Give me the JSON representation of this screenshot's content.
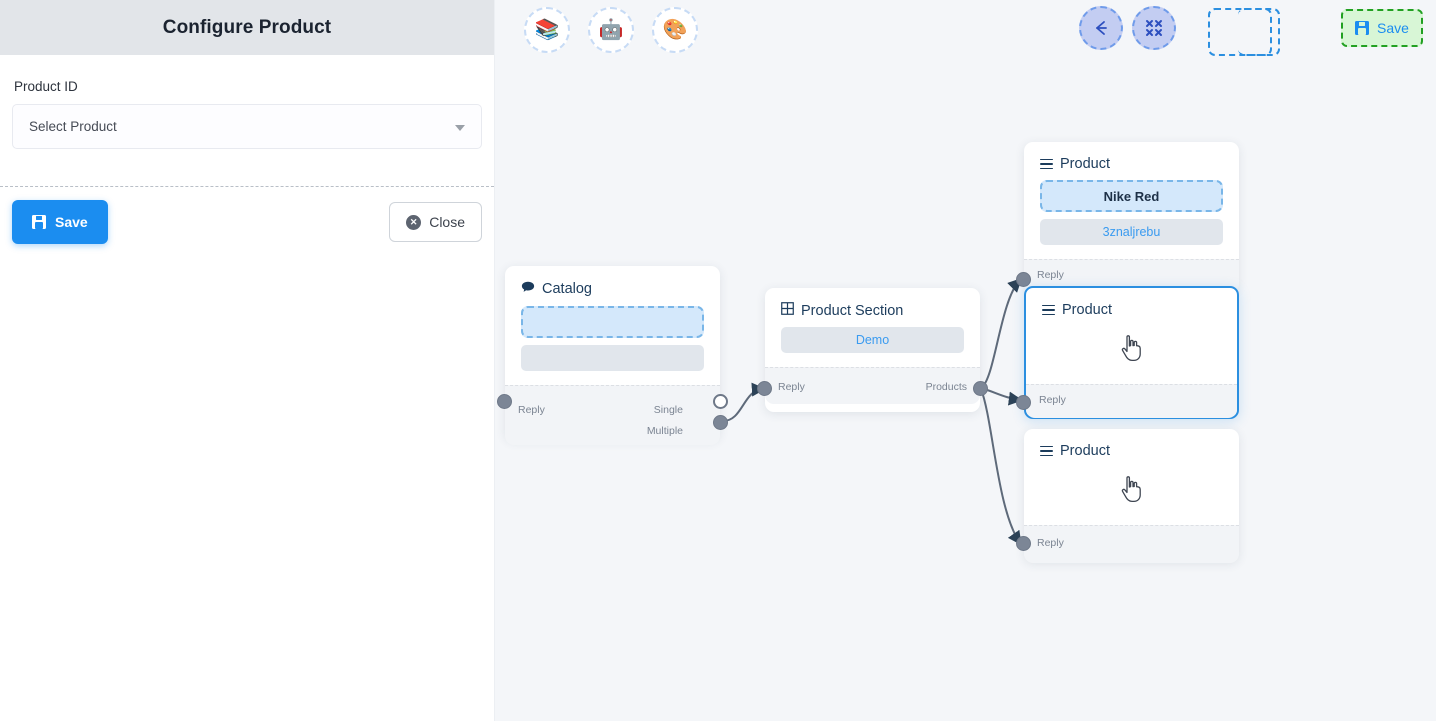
{
  "panel": {
    "title": "Configure Product",
    "field_label": "Product ID",
    "select_value": "Select Product",
    "save_label": "Save",
    "close_label": "Close",
    "save_icon": "floppy-disk-icon",
    "close_icon": "close-circle-icon",
    "caret_icon": "chevron-down-icon"
  },
  "toolbar": {
    "left_tools": [
      {
        "name": "stack-icon",
        "glyph": "📚"
      },
      {
        "name": "robot-icon",
        "glyph": "🤖"
      },
      {
        "name": "palette-icon",
        "glyph": "🎨"
      }
    ],
    "back_icon": "arrow-left-icon",
    "fit_icon": "collapse-icon",
    "save_label": "Save",
    "save_icon": "floppy-disk-icon"
  },
  "canvas": {
    "nodes": [
      {
        "id": "catalog",
        "title": "Catalog",
        "icon": "chat-bubble-icon",
        "selected": false,
        "dropzone_text": "",
        "chip_text": "",
        "ports_in": [
          "Reply"
        ],
        "ports_out": [
          "Single",
          "Multiple"
        ]
      },
      {
        "id": "product-section",
        "title": "Product Section",
        "icon": "grid-icon",
        "selected": false,
        "chip_text": "Demo",
        "ports_in": [
          "Reply"
        ],
        "ports_out": [
          "Products"
        ]
      },
      {
        "id": "product-1",
        "title": "Product",
        "icon": "hamburger-icon",
        "selected": false,
        "dropzone_text": "Nike Red",
        "chip_text": "3znaljrebu",
        "ports_in": [
          "Reply"
        ],
        "ports_out": []
      },
      {
        "id": "product-2",
        "title": "Product",
        "icon": "hamburger-icon",
        "selected": true,
        "dropzone_text": "",
        "chip_text": "",
        "ports_in": [
          "Reply"
        ],
        "ports_out": []
      },
      {
        "id": "product-3",
        "title": "Product",
        "icon": "hamburger-icon",
        "selected": false,
        "dropzone_text": "",
        "chip_text": "",
        "ports_in": [
          "Reply"
        ],
        "ports_out": []
      }
    ]
  },
  "colors": {
    "accent_blue": "#1b8df0",
    "canvas_bg": "#f4f6f9",
    "header_bg": "#e2e5e9",
    "green_save_bg": "#d8f6d6",
    "green_save_border": "#22a022",
    "node_selected": "#2b8fe0",
    "port": "#7c8696"
  }
}
